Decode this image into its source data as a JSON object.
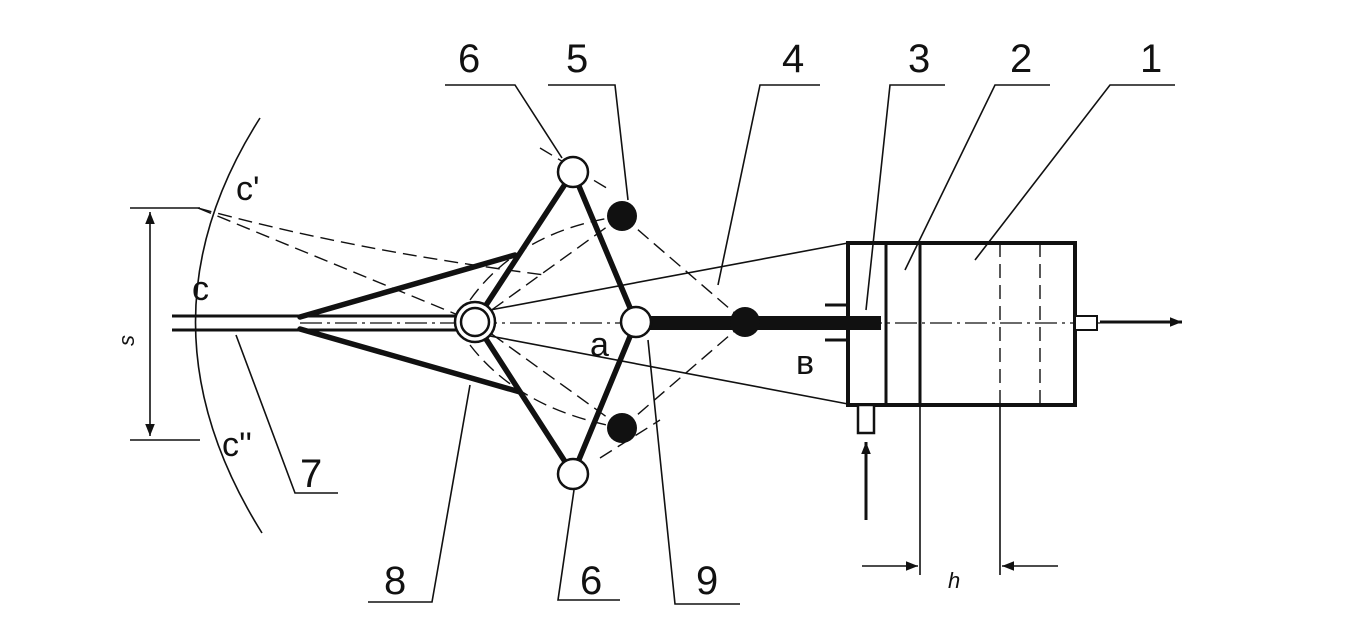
{
  "labels": {
    "part1": "1",
    "part2": "2",
    "part3": "3",
    "part4": "4",
    "part5": "5",
    "part6_top": "6",
    "part6_bottom": "6",
    "part7": "7",
    "part8": "8",
    "part9": "9",
    "point_a": "a",
    "point_b": "в",
    "point_c": "c",
    "point_c1": "c'",
    "point_c2": "c''",
    "dim_s": "s",
    "dim_h": "h"
  }
}
